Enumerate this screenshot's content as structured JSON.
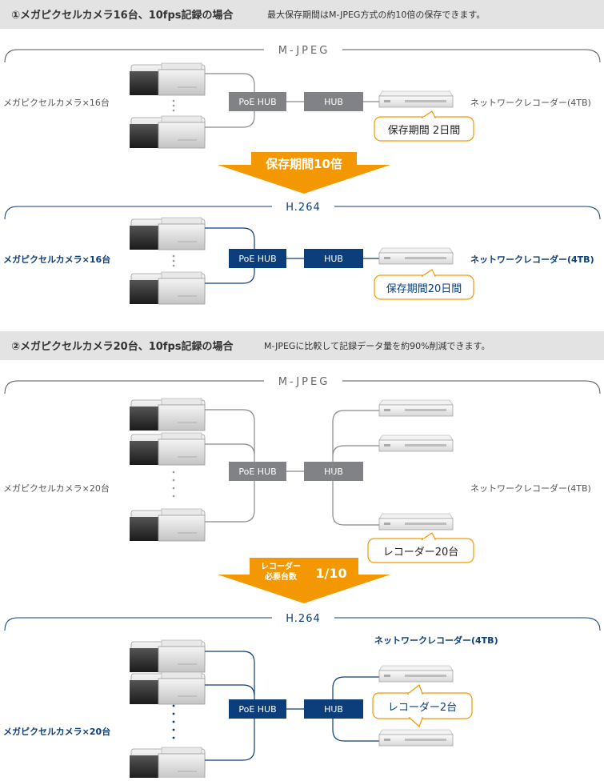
{
  "section1": {
    "title": "①メガピクセルカメラ16台、10fps記録の場合",
    "note": "最大保存期間はM-JPEG方式の約10倍の保存できます。",
    "mjpeg": {
      "bar_label": "M-JPEG",
      "camera_label": "メガピクセルカメラ×16台",
      "poe_hub": "PoE HUB",
      "hub": "HUB",
      "recorder_label": "ネットワークレコーダー(4TB)",
      "retention": "保存期間 2日間"
    },
    "arrow_label": "保存期間10倍",
    "h264": {
      "bar_label": "H.264",
      "camera_label": "メガピクセルカメラ×16台",
      "poe_hub": "PoE HUB",
      "hub": "HUB",
      "recorder_label": "ネットワークレコーダー(4TB)",
      "retention": "保存期間20日間"
    }
  },
  "section2": {
    "title": "②メガピクセルカメラ20台、10fps記録の場合",
    "note": "M-JPEGに比較して記録データ量を約90%削減できます。",
    "mjpeg": {
      "bar_label": "M-JPEG",
      "camera_label": "メガピクセルカメラ×20台",
      "poe_hub": "PoE HUB",
      "hub": "HUB",
      "recorder_label": "ネットワークレコーダー(4TB)",
      "recorder_count": "レコーダー20台"
    },
    "arrow_line1": "レコーダー",
    "arrow_line2": "必要台数",
    "arrow_ratio": "1/10",
    "h264": {
      "bar_label": "H.264",
      "camera_label": "メガピクセルカメラ×20台",
      "poe_hub": "PoE HUB",
      "hub": "HUB",
      "recorder_label": "ネットワークレコーダー(4TB)",
      "recorder_count": "レコーダー2台"
    }
  },
  "colors": {
    "gray_box": "#808285",
    "navy": "#0b3e7a",
    "orange": "#f39800",
    "header_bg": "#e3e3e3"
  }
}
